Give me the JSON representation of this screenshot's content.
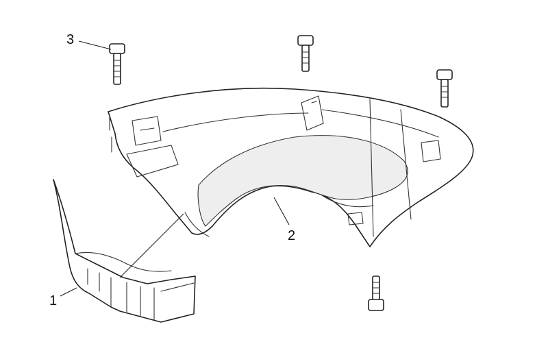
{
  "callouts": {
    "one": "1",
    "two": "2",
    "three": "3"
  },
  "colors": {
    "line": "#222222",
    "background": "#ffffff"
  }
}
